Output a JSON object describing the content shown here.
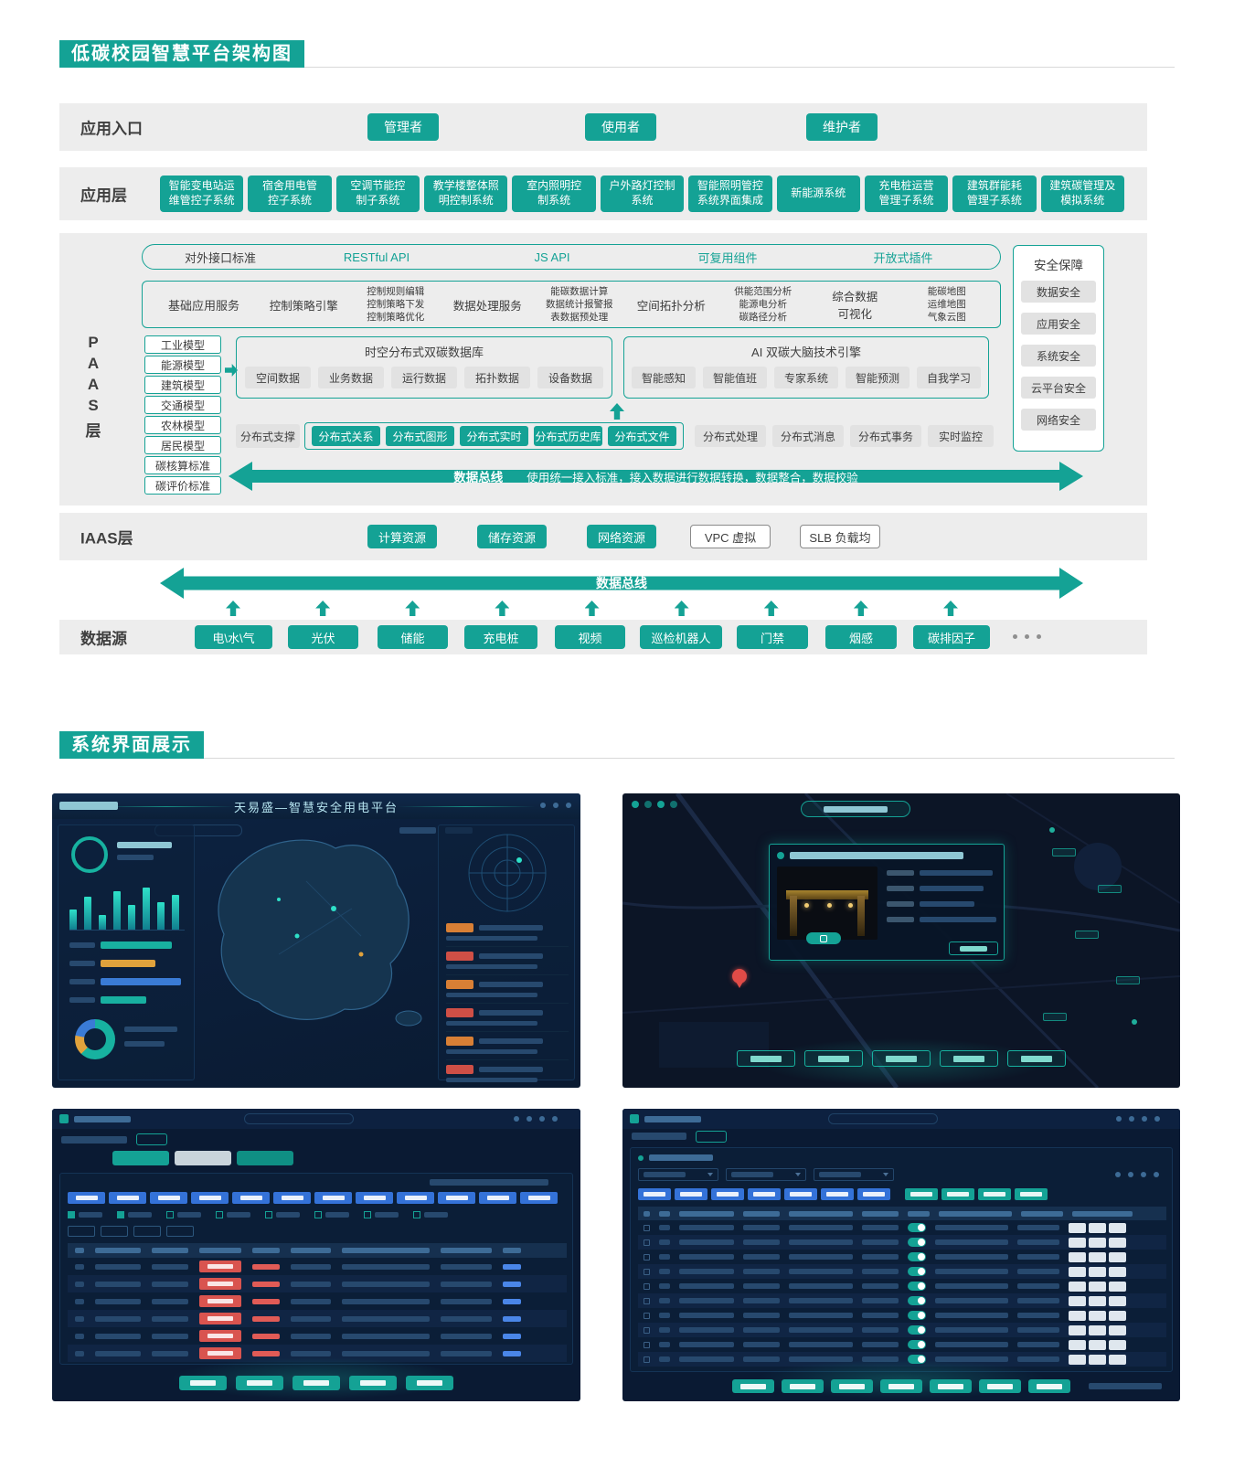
{
  "colors": {
    "teal": "#14A295",
    "bar_gray": "#EDEDED",
    "box_gray": "#E2E2E2",
    "navy": "#0B1C33",
    "red_badge": "#D9544F",
    "blue_chip": "#3472D8"
  },
  "arch": {
    "title": "低碳校园智慧平台架构图",
    "entry": {
      "label": "应用入口",
      "roles": [
        "管理者",
        "使用者",
        "维护者"
      ]
    },
    "apps": {
      "label": "应用层",
      "systems": [
        "智能变电站运\n维管控子系统",
        "宿舍用电管\n控子系统",
        "空调节能控\n制子系统",
        "教学楼整体照\n明控制系统",
        "室内照明控\n制系统",
        "户外路灯控制\n系统",
        "智能照明管控\n系统界面集成",
        "新能源系统",
        "充电桩运营\n管理子系统",
        "建筑群能耗\n管理子系统",
        "建筑碳管理及\n模拟系统"
      ]
    },
    "paas": {
      "label_chars": [
        "P",
        "A",
        "A",
        "S",
        "层"
      ],
      "api_row": {
        "label": "对外接口标准",
        "items": [
          "RESTful API",
          "JS API",
          "可复用组件",
          "开放式插件"
        ]
      },
      "services": {
        "label": "基础应用服务",
        "items": [
          "控制策略引擎",
          "控制规则编辑\n控制策略下发\n控制策略优化",
          "数据处理服务",
          "能碳数据计算\n数据统计报警报\n表数据预处理",
          "空间拓扑分析",
          "供能范围分析\n能源电分析\n碳路径分析",
          "综合数据\n可视化",
          "能碳地图\n运维地图\n气象云图"
        ]
      },
      "models": [
        "工业模型",
        "能源模型",
        "建筑模型",
        "交通模型",
        "农林模型",
        "居民模型",
        "碳核算标准",
        "碳评价标准"
      ],
      "database": {
        "title": "时空分布式双碳数据库",
        "items": [
          "空间数据",
          "业务数据",
          "运行数据",
          "拓扑数据",
          "设备数据"
        ]
      },
      "ai": {
        "title": "AI 双碳大脑技术引擎",
        "items": [
          "智能感知",
          "智能值班",
          "专家系统",
          "智能预测",
          "自我学习"
        ]
      },
      "distributed": {
        "label": "分布式支撑",
        "teal_items": [
          "分布式关系",
          "分布式图形",
          "分布式实时",
          "分布式历史库",
          "分布式文件"
        ],
        "gray_items": [
          "分布式处理",
          "分布式消息",
          "分布式事务",
          "实时监控"
        ]
      },
      "bus": {
        "title": "数据总线",
        "desc": "使用统一接入标准，接入数据进行数据转换，数据整合，数据校验"
      },
      "security": {
        "title": "安全保障",
        "items": [
          "数据安全",
          "应用安全",
          "系统安全",
          "云平台安全",
          "网络安全"
        ]
      }
    },
    "iaas": {
      "label": "IAAS层",
      "resources": [
        "计算资源",
        "储存资源",
        "网络资源"
      ],
      "outline_items": [
        "VPC 虚拟",
        "SLB 负载均"
      ]
    },
    "bus2": {
      "title": "数据总线"
    },
    "sources": {
      "label": "数据源",
      "items": [
        "电\\水\\气",
        "光伏",
        "储能",
        "充电桩",
        "视频",
        "巡检机器人",
        "门禁",
        "烟感",
        "碳排因子"
      ]
    }
  },
  "showcase": {
    "title": "系统界面展示",
    "screen1": {
      "title": "天易盛—智慧安全用电平台"
    }
  }
}
